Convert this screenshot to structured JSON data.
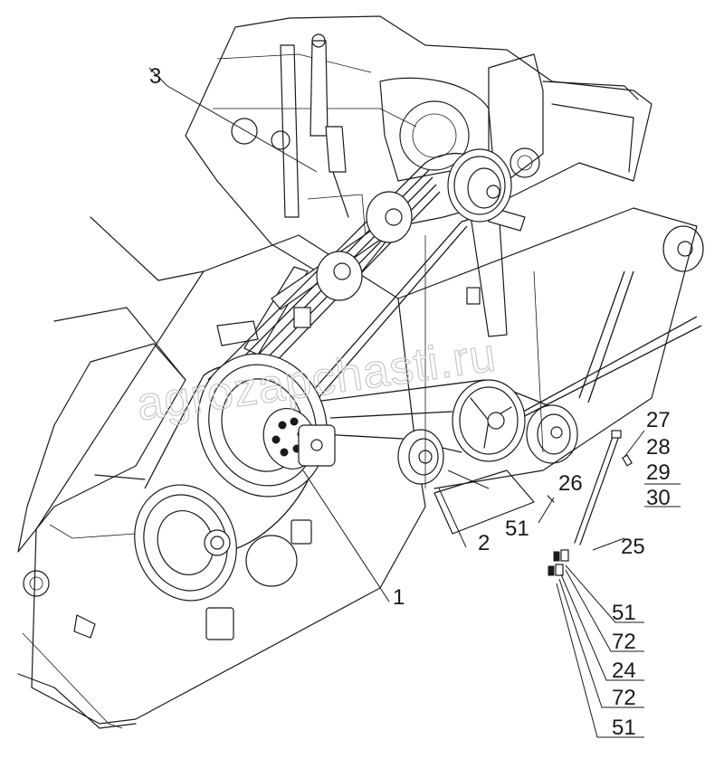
{
  "watermark": "agrozapchasti.ru",
  "callouts": {
    "c3": "3",
    "c1": "1",
    "c2": "2",
    "c26": "26",
    "c51a": "51",
    "c25": "25",
    "c27": "27",
    "c28": "28",
    "c29": "29",
    "c30": "30",
    "c51b": "51",
    "c72a": "72",
    "c24": "24",
    "c72b": "72",
    "c51c": "51"
  }
}
